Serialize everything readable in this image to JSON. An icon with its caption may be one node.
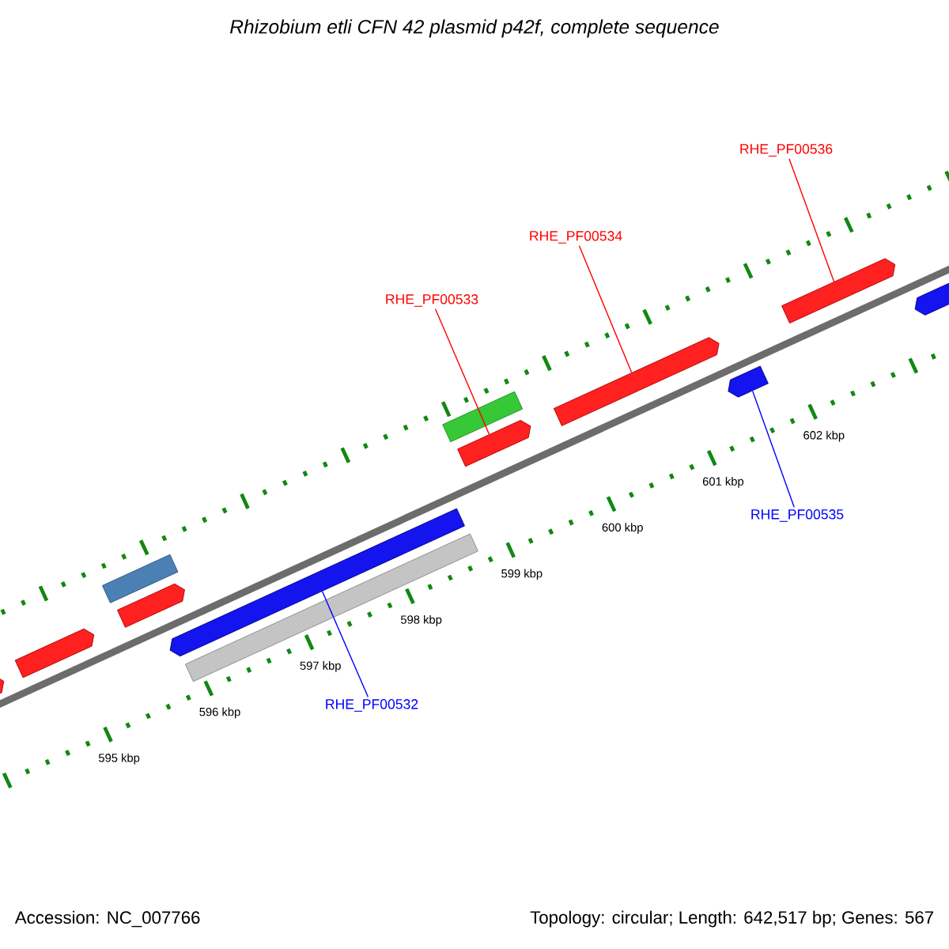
{
  "diagram": {
    "title": "Rhizobium etli CFN 42 plasmid p42f, complete sequence",
    "nodes": [
      {
        "text": [
          "RHE_PF00536"
        ]
      },
      {
        "text": [
          "RHE_PF00534"
        ]
      },
      {
        "text": [
          "RHE_PF00533"
        ]
      },
      {
        "text": [
          "RHE_PF00535"
        ]
      },
      {
        "text": [
          "RHE_PF00532"
        ]
      },
      {
        "text": [],
        "shape": "pentagon"
      },
      {
        "text": [],
        "shape": "pentagon"
      },
      {
        "text": [],
        "shape": "bar"
      },
      {
        "text": [],
        "shape": "pentagon"
      },
      {
        "text": [],
        "shape": "pentagon"
      },
      {
        "text": [],
        "shape": "bar"
      },
      {
        "text": [],
        "shape": "bar"
      },
      {
        "text": [],
        "shape": "pentagon"
      },
      {
        "text": [],
        "shape": "pentagon"
      },
      {
        "text": [],
        "shape": "pentagon"
      },
      {
        "text": [],
        "shape": "pentagon"
      },
      {
        "text": [],
        "shape": "pentagon"
      }
    ],
    "edges": [
      {
        "from": 0,
        "to": 15,
        "arrow": "none",
        "color": "#ff0000"
      },
      {
        "from": 1,
        "to": 13,
        "arrow": "none",
        "color": "#ff0000"
      },
      {
        "from": 2,
        "to": 12,
        "arrow": "none",
        "color": "#ff0000"
      },
      {
        "from": 3,
        "to": 14,
        "arrow": "none",
        "color": "#0000ff"
      },
      {
        "from": 4,
        "to": 9,
        "arrow": "none",
        "color": "#0000ff"
      }
    ],
    "labels": [
      "595 kbp",
      "596 kbp",
      "597 kbp",
      "598 kbp",
      "599 kbp",
      "600 kbp",
      "601 kbp",
      "602 kbp",
      "Accession: NC_007766",
      "Topology: circular; Length: 642,517 bp; Genes: 567"
    ]
  }
}
